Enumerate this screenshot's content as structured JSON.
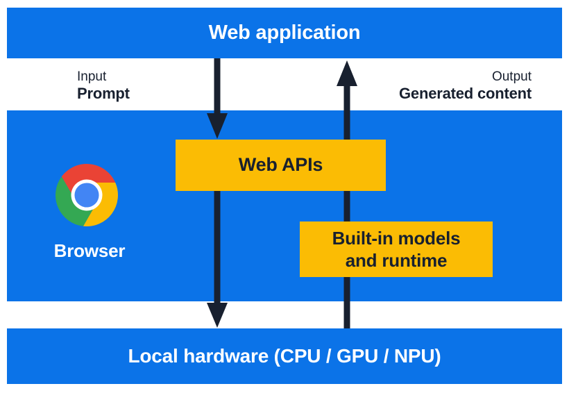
{
  "layers": {
    "web_application": "Web application",
    "browser": "Browser",
    "local_hardware": "Local hardware (CPU / GPU / NPU)"
  },
  "annotations": {
    "input": {
      "label": "Input",
      "value": "Prompt"
    },
    "output": {
      "label": "Output",
      "value": "Generated content"
    }
  },
  "boxes": {
    "web_apis": "Web APIs",
    "builtin_models": {
      "line1": "Built-in models",
      "line2": "and runtime"
    }
  },
  "icons": {
    "chrome_logo": "chrome-logo-icon",
    "down_arrow": "prompt-flow-down-arrow",
    "up_arrow": "generated-content-up-arrow"
  },
  "colors": {
    "blue": "#0B73E8",
    "yellow": "#FBBC04",
    "navy": "#18202F",
    "white": "#FFFFFF",
    "chrome-red": "#EA4335",
    "chrome-yellow": "#FBBC04",
    "chrome-green": "#34A853",
    "chrome-blue": "#4285F4"
  }
}
